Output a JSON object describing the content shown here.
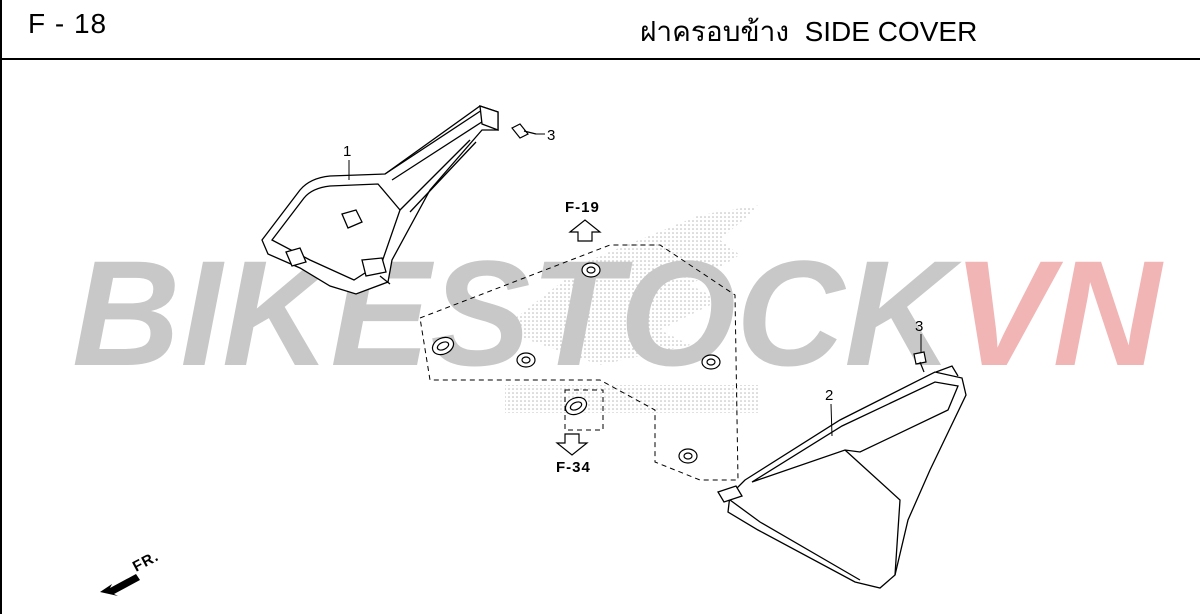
{
  "header": {
    "page_code": "F - 18",
    "title": "ฝาครอบข้าง  SIDE COVER"
  },
  "watermark": {
    "text_main": "BIKESTOCK",
    "text_accent": "VN",
    "color_main": "#c8c8c8",
    "color_accent": "#f2b5b5"
  },
  "callouts": {
    "part_1": "1",
    "part_2": "2",
    "part_3_top": "3",
    "part_3_right": "3"
  },
  "references": {
    "up": "F-19",
    "down": "F-34"
  },
  "direction": {
    "label": "FR."
  }
}
